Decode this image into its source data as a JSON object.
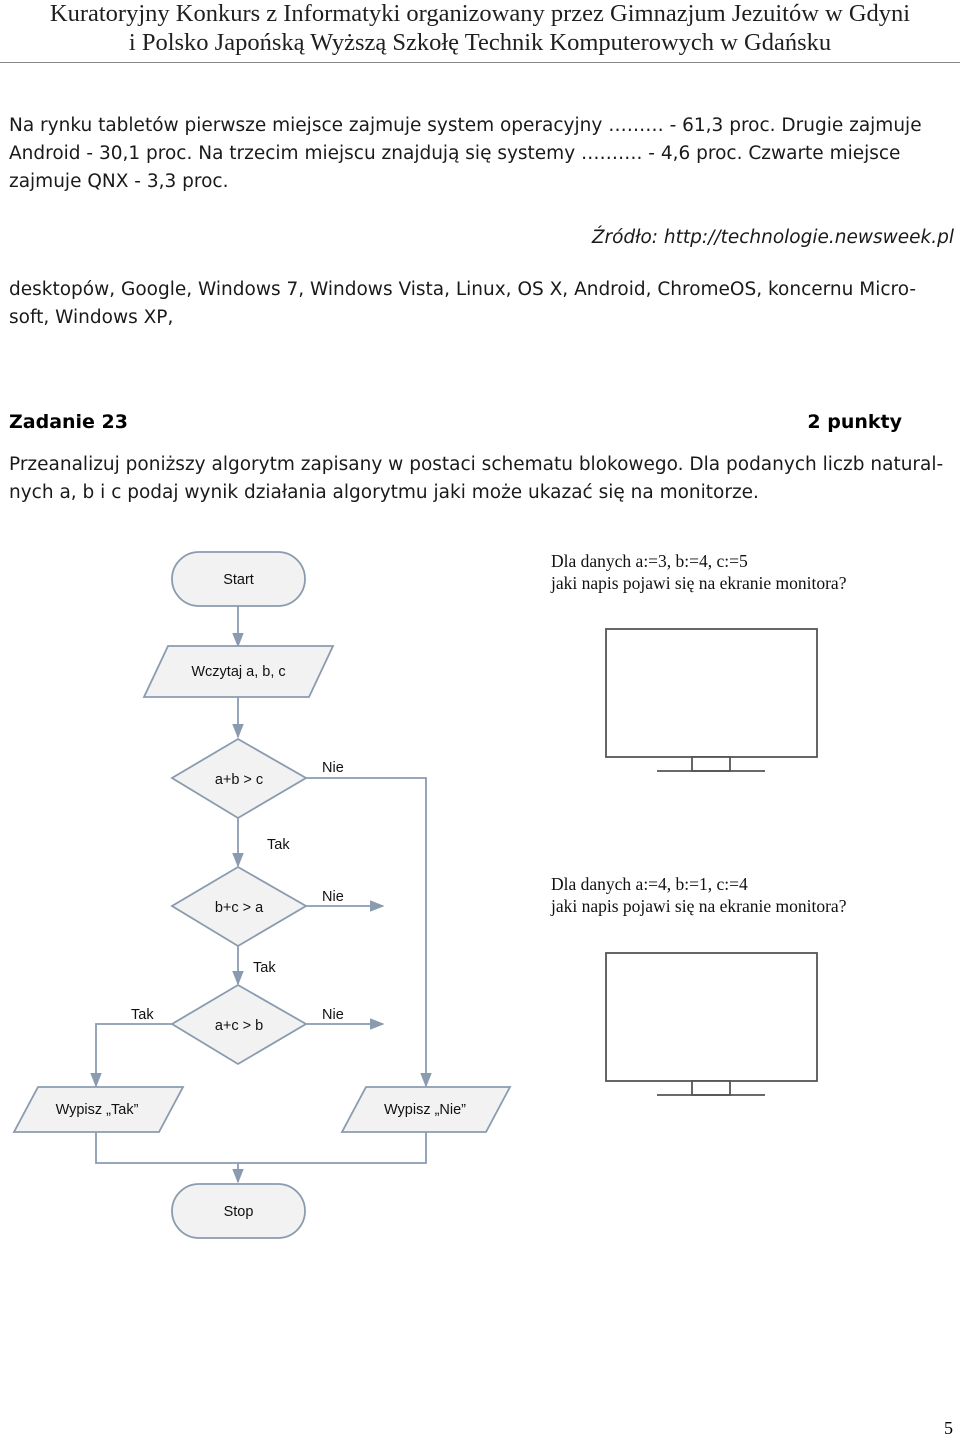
{
  "header": {
    "line1": "Kuratoryjny Konkurs z Informatyki organizowany przez Gimnazjum Jezuitów w Gdyni",
    "line2": "i Polsko Japońską Wyższą Szkołę Technik Komputerowych w Gdańsku"
  },
  "intro": {
    "line1": "Na rynku tabletów pierwsze miejsce zajmuje system operacyjny ……… - 61,3 proc. Drugie zajmuje",
    "line2": "Android - 30,1 proc. Na trzecim miejscu znajdują się systemy ………. - 4,6 proc. Czwarte miejsce",
    "line3": "zajmuje QNX - 3,3 proc.",
    "source": "Źródło: http://technologie.newsweek.pl"
  },
  "word_bank": {
    "line1": "desktopów, Google, Windows 7, Windows Vista, Linux, OS X, Android, ChromeOS, koncernu Micro-",
    "line2": "soft, Windows XP,"
  },
  "task": {
    "title": "Zadanie 23",
    "points": "2 punkty",
    "desc_line1": "Przeanalizuj poniższy algorytm zapisany w postaci schematu blokowego. Dla podanych liczb natural-",
    "desc_line2": "nych a, b i c podaj wynik działania algorytmu jaki może ukazać się na monitorze."
  },
  "flowchart": {
    "start": "Start",
    "input": "Wczytaj a, b, c",
    "cond1": "a+b > c",
    "cond2": "b+c > a",
    "cond3": "a+c > b",
    "yes": "Tak",
    "no": "Nie",
    "out_yes": "Wypisz „Tak”",
    "out_no": "Wypisz „Nie”",
    "stop": "Stop"
  },
  "questions": [
    {
      "line1": "Dla danych a:=3, b:=4, c:=5",
      "line2": "jaki napis pojawi się na ekranie monitora?"
    },
    {
      "line1": "Dla danych a:=4, b:=1, c:=4",
      "line2": "jaki napis pojawi się na ekranie monitora?"
    }
  ],
  "page_number": "5",
  "colors": {
    "shape_fill": "#f2f2f2",
    "shape_stroke": "#8a9bb0",
    "arrow": "#8a9bb0",
    "monitor_stroke": "#555555"
  }
}
